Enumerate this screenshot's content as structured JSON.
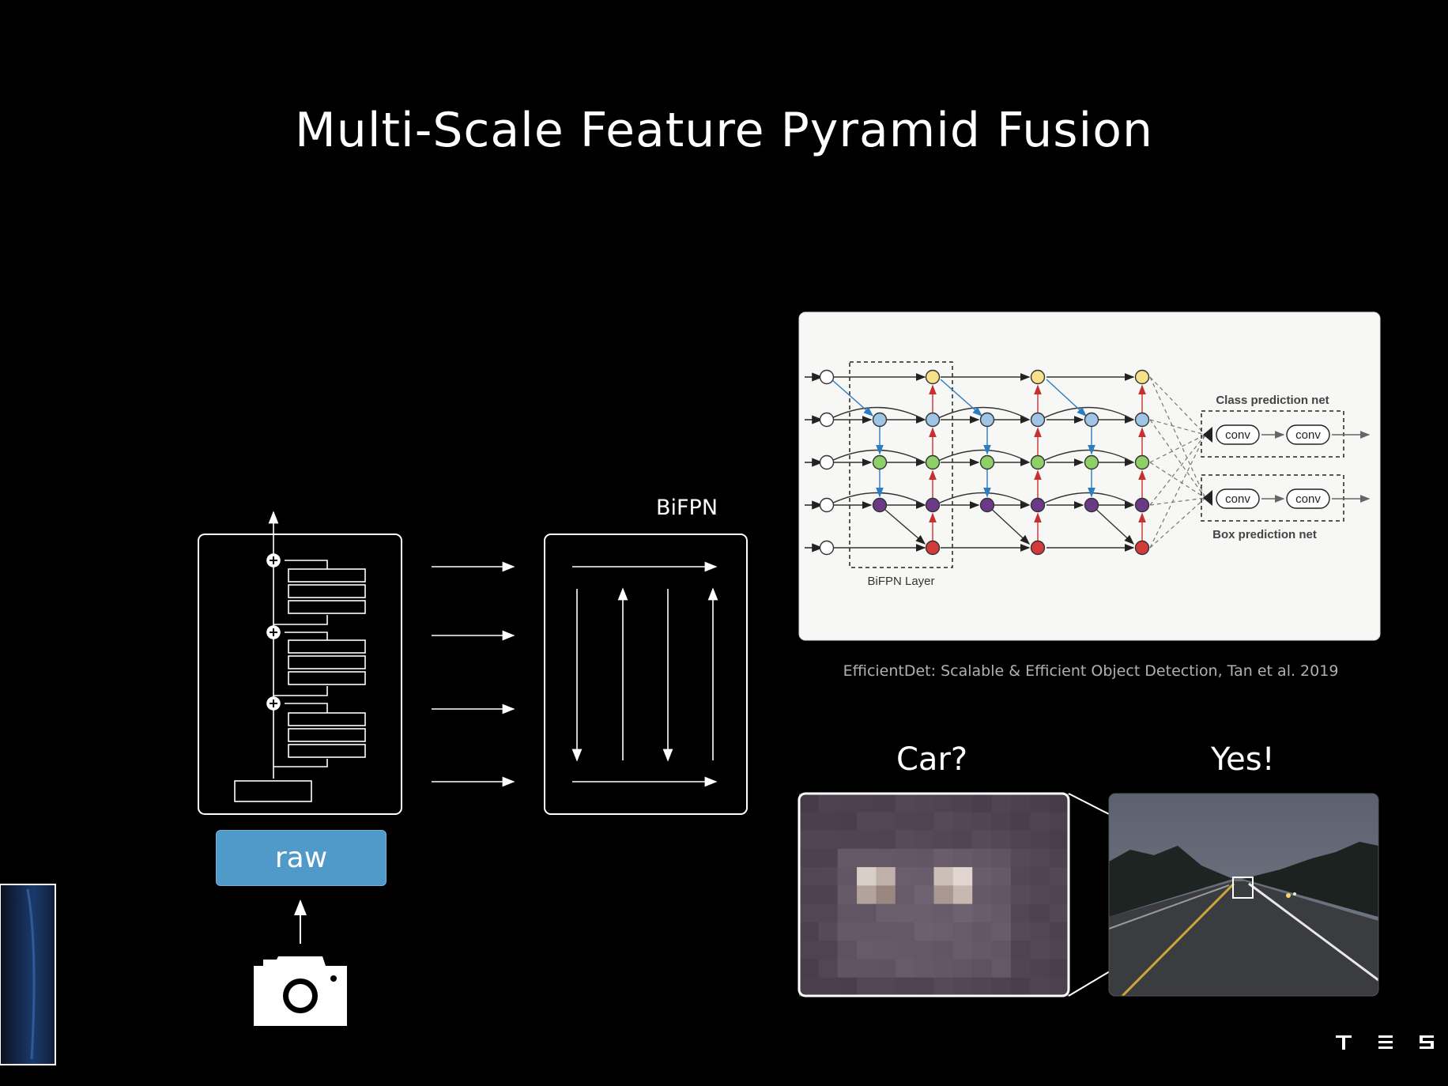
{
  "title": "Multi-Scale Feature Pyramid Fusion",
  "labels": {
    "bifpn": "BiFPN",
    "raw": "raw",
    "car_question": "Car?",
    "yes": "Yes!",
    "citation": "EfficientDet: Scalable & Efficient Object Detection, Tan et al. 2019"
  },
  "paper_figure": {
    "class_net": "Class prediction net",
    "box_net": "Box prediction net",
    "bifpn_layer": "BiFPN Layer",
    "conv": "conv"
  },
  "logo": "TESLA",
  "colors": {
    "background": "#000000",
    "raw_button": "#4f9ac9",
    "node_yellow": "#f6e08a",
    "node_blue": "#9ec5e6",
    "node_green": "#8fcf6a",
    "node_purple": "#6a3a86",
    "node_red": "#d33b3b"
  },
  "icons": [
    "camera-icon",
    "tesla-logo"
  ]
}
